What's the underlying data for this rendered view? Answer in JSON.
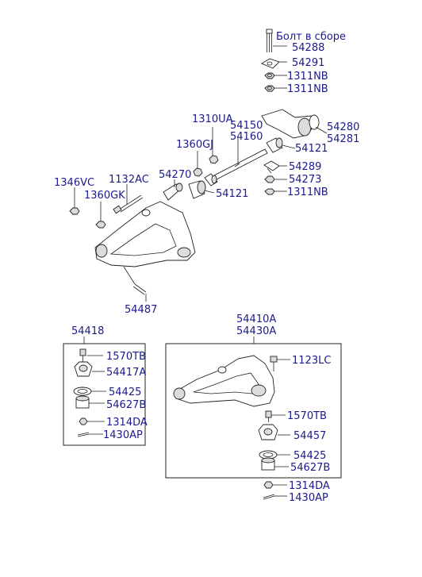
{
  "labels": {
    "bolt_assembly": "Болт в сборе",
    "p54288": "54288",
    "p54291": "54291",
    "p1311nb_a": "1311NB",
    "p1311nb_b": "1311NB",
    "p1310ua": "1310UA",
    "p54150": "54150",
    "p54160": "54160",
    "p1360gj": "1360GJ",
    "p54280": "54280",
    "p54281": "54281",
    "p54121_a": "54121",
    "p54289": "54289",
    "p54273": "54273",
    "p1311nb_c": "1311NB",
    "p54270": "54270",
    "p54121_b": "54121",
    "p1346vc": "1346VC",
    "p1132ac": "1132AC",
    "p1360gk": "1360GK",
    "p54487": "54487",
    "p54418": "54418",
    "p54410a": "54410A",
    "p54430a": "54430A",
    "left_box": {
      "p1570tb": "1570TB",
      "p54417a": "54417A",
      "p54425": "54425",
      "p54627b": "54627B",
      "p1314da": "1314DA",
      "p1430ap": "1430AP"
    },
    "right_box": {
      "p1123lc": "1123LC",
      "p1570tb": "1570TB",
      "p54457": "54457",
      "p54425": "54425",
      "p54627b": "54627B"
    },
    "bottom": {
      "p1314da": "1314DA",
      "p1430ap": "1430AP"
    }
  }
}
